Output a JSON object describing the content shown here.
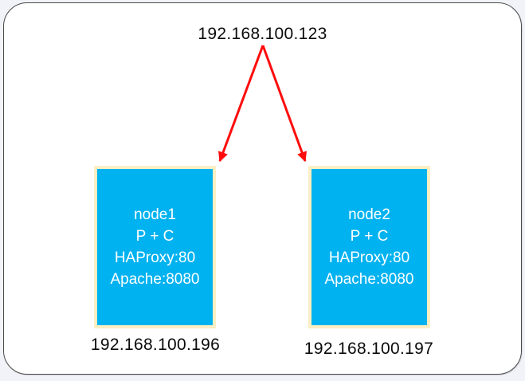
{
  "diagram": {
    "virtual_ip": "192.168.100.123",
    "nodes": [
      {
        "lines": [
          "node1",
          "P + C",
          "HAProxy:80",
          "Apache:8080"
        ],
        "ip": "192.168.100.196"
      },
      {
        "lines": [
          "node2",
          "P + C",
          "HAProxy:80",
          "Apache:8080"
        ],
        "ip": "192.168.100.197"
      }
    ],
    "colors": {
      "node_fill": "#00b2f0",
      "node_border": "#fdefc3",
      "arrow": "#fe0c0c",
      "node_text": "#ffffff",
      "label_text": "#0b0b0b"
    }
  }
}
